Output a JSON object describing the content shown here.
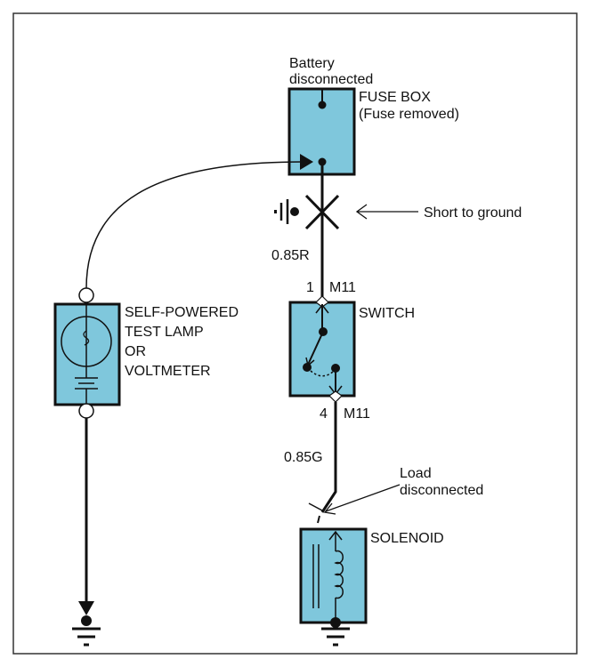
{
  "colors": {
    "component_fill": "#7fc7dc",
    "line": "#111111"
  },
  "labels": {
    "battery": [
      "Battery",
      "disconnected"
    ],
    "fuse_box": [
      "FUSE BOX",
      "(Fuse removed)"
    ],
    "short": "Short to ground",
    "wire_top": "0.85R",
    "pin_top": "1",
    "conn_top": "M11",
    "switch": "SWITCH",
    "pin_bottom": "4",
    "conn_bottom": "M11",
    "wire_bottom": "0.85G",
    "load": [
      "Load",
      "disconnected"
    ],
    "solenoid": "SOLENOID",
    "tester": [
      "SELF-POWERED",
      "TEST LAMP",
      "OR",
      "VOLTMETER"
    ]
  }
}
